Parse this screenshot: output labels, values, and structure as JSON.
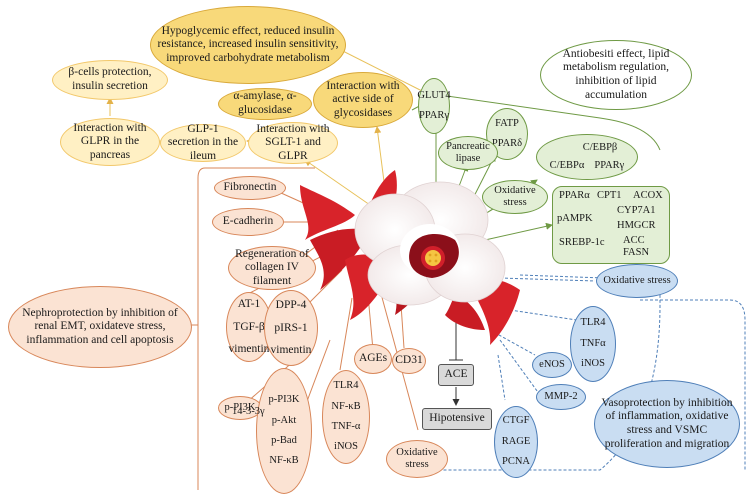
{
  "yellow": {
    "hypoglycemic": "Hypoglycemic effect, reduced insulin resistance, increased insulin sensitivity, improved carbohydrate metabolism",
    "beta_cells": "β-cells protection, insulin secretion",
    "amylase": "α-amylase, α-glucosidase",
    "active_side": "Interaction with active side of glycosidases",
    "glpr_pancreas": "Interaction with GLPR in the pancreas",
    "glp1": "GLP-1 secretion in the ileum",
    "sglt1": "Interaction with SGLT-1 and GLPR"
  },
  "green": {
    "antiobesity": "Antiobesiti effect, lipid metabolism regulation, inhibition of lipid accumulation",
    "glut4_a": "GLUT4",
    "glut4_b": "PPARγ",
    "fatp_a": "FATP",
    "fatp_b": "PPARδ",
    "pancreatic_lipase": "Pancreatic lipase",
    "cebp_1": "C/EBPβ",
    "cebp_2": "C/EBPα",
    "cebp_3": "PPARγ",
    "oxidative": "Oxidative stress",
    "box": {
      "ppara": "PPARα",
      "cpt1": "CPT1",
      "acox": "ACOX",
      "pampk": "pAMPK",
      "cyp7a1": "CYP7A1",
      "hmgcr": "HMGCR",
      "srebp": "SREBP-1c",
      "acc": "ACC",
      "fasn": "FASN"
    }
  },
  "orange": {
    "nephro": "Nephroprotection by inhibition of renal EMT, oxidateve stress, inflammation and cell apoptosis",
    "fibronectin": "Fibronectin",
    "ecadherin": "E-cadherin",
    "collagen": "Regeneration of collagen IV filament",
    "at1": "AT-1",
    "tgfb": "TGF-β",
    "vimentin1": "vimentin",
    "dpp4": "DPP-4",
    "pirs1": "pIRS-1",
    "vimentin2": "vimentin",
    "ppi3k_small": "p-PI3K",
    "ppi3k": "p-PI3K",
    "pakt": "p-Akt",
    "p1433": "14-3-3γ",
    "pbad": "p-Bad",
    "nfkb1": "NF-κB",
    "tlr4": "TLR4",
    "nfkb2": "NF-κB",
    "tnfa": "TNF-α",
    "inos": "iNOS",
    "ages": "AGEs",
    "cd31": "CD31",
    "oxidative": "Oxidative stress"
  },
  "blue": {
    "oxidative": "Oxidative stress",
    "tlr4": "TLR4",
    "tnfa": "TNFα",
    "inos": "iNOS",
    "enos": "eNOS",
    "mmp2": "MMP-2",
    "ctgf": "CTGF",
    "rage": "RAGE",
    "pcna": "PCNA",
    "vaso": "Vasoprotection by inhibition of inflammation, oxidative stress and VSMC proliferation and migration"
  },
  "gray": {
    "ace": "ACE",
    "hipotensive": "Hipotensive"
  },
  "colors": {
    "yellow": "#f2c86b",
    "green": "#6f9a45",
    "orange": "#d8875a",
    "blue": "#4f7fb8",
    "petal": "#d8232a"
  }
}
